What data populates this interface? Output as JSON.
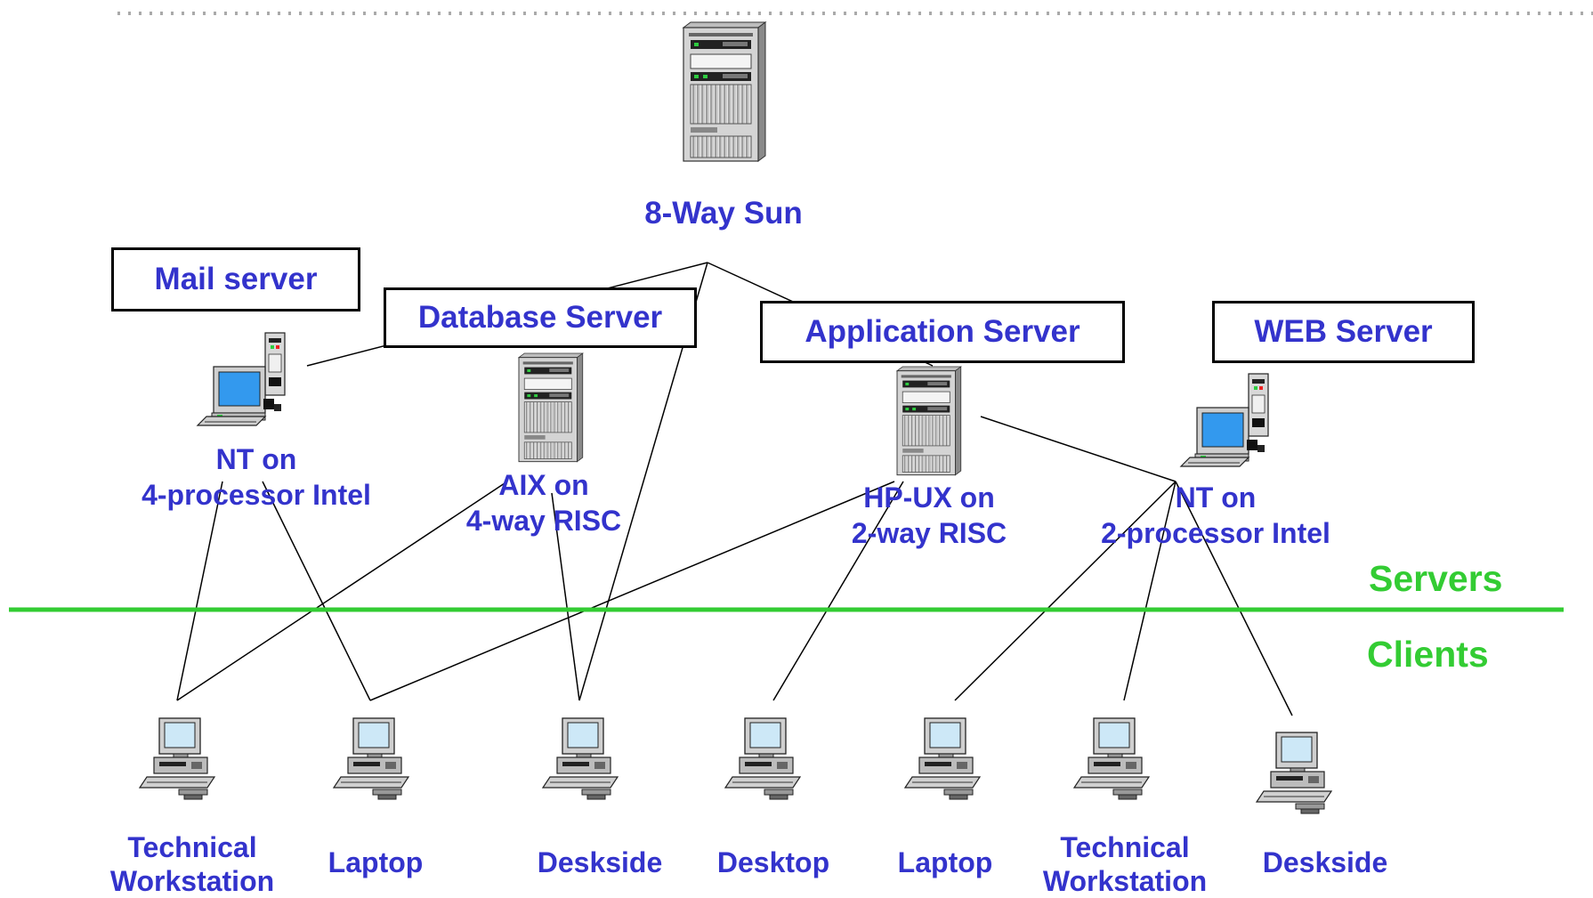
{
  "central": {
    "label": "8-Way Sun",
    "icon": "tower-server-icon"
  },
  "server_boxes": {
    "mail": "Mail server",
    "database": "Database Server",
    "application": "Application Server",
    "web": "WEB Server"
  },
  "servers": {
    "mail": {
      "line1": "NT on",
      "line2": "4-processor Intel",
      "icon": "workstation-tower-icon"
    },
    "database": {
      "line1": "AIX on",
      "line2": "4-way RISC",
      "icon": "rack-server-icon"
    },
    "application": {
      "line1": "HP-UX on",
      "line2": "2-way RISC",
      "icon": "rack-server-icon"
    },
    "web": {
      "line1": "NT on",
      "line2": "2-processor Intel",
      "icon": "workstation-tower-icon"
    }
  },
  "tiers": {
    "servers": "Servers",
    "clients": "Clients"
  },
  "clients": [
    {
      "line1": "Technical",
      "line2": "Workstation",
      "icon": "computer-icon"
    },
    {
      "line1": "Laptop",
      "line2": "",
      "icon": "computer-icon"
    },
    {
      "line1": "Deskside",
      "line2": "",
      "icon": "computer-icon"
    },
    {
      "line1": "Desktop",
      "line2": "",
      "icon": "computer-icon"
    },
    {
      "line1": "Laptop",
      "line2": "",
      "icon": "computer-icon"
    },
    {
      "line1": "Technical",
      "line2": "Workstation",
      "icon": "computer-icon"
    },
    {
      "line1": "Deskside",
      "line2": "",
      "icon": "computer-icon"
    }
  ],
  "colors": {
    "label": "#3333cc",
    "tier": "#33cc33",
    "divider": "#33cc33",
    "line": "#000000"
  }
}
